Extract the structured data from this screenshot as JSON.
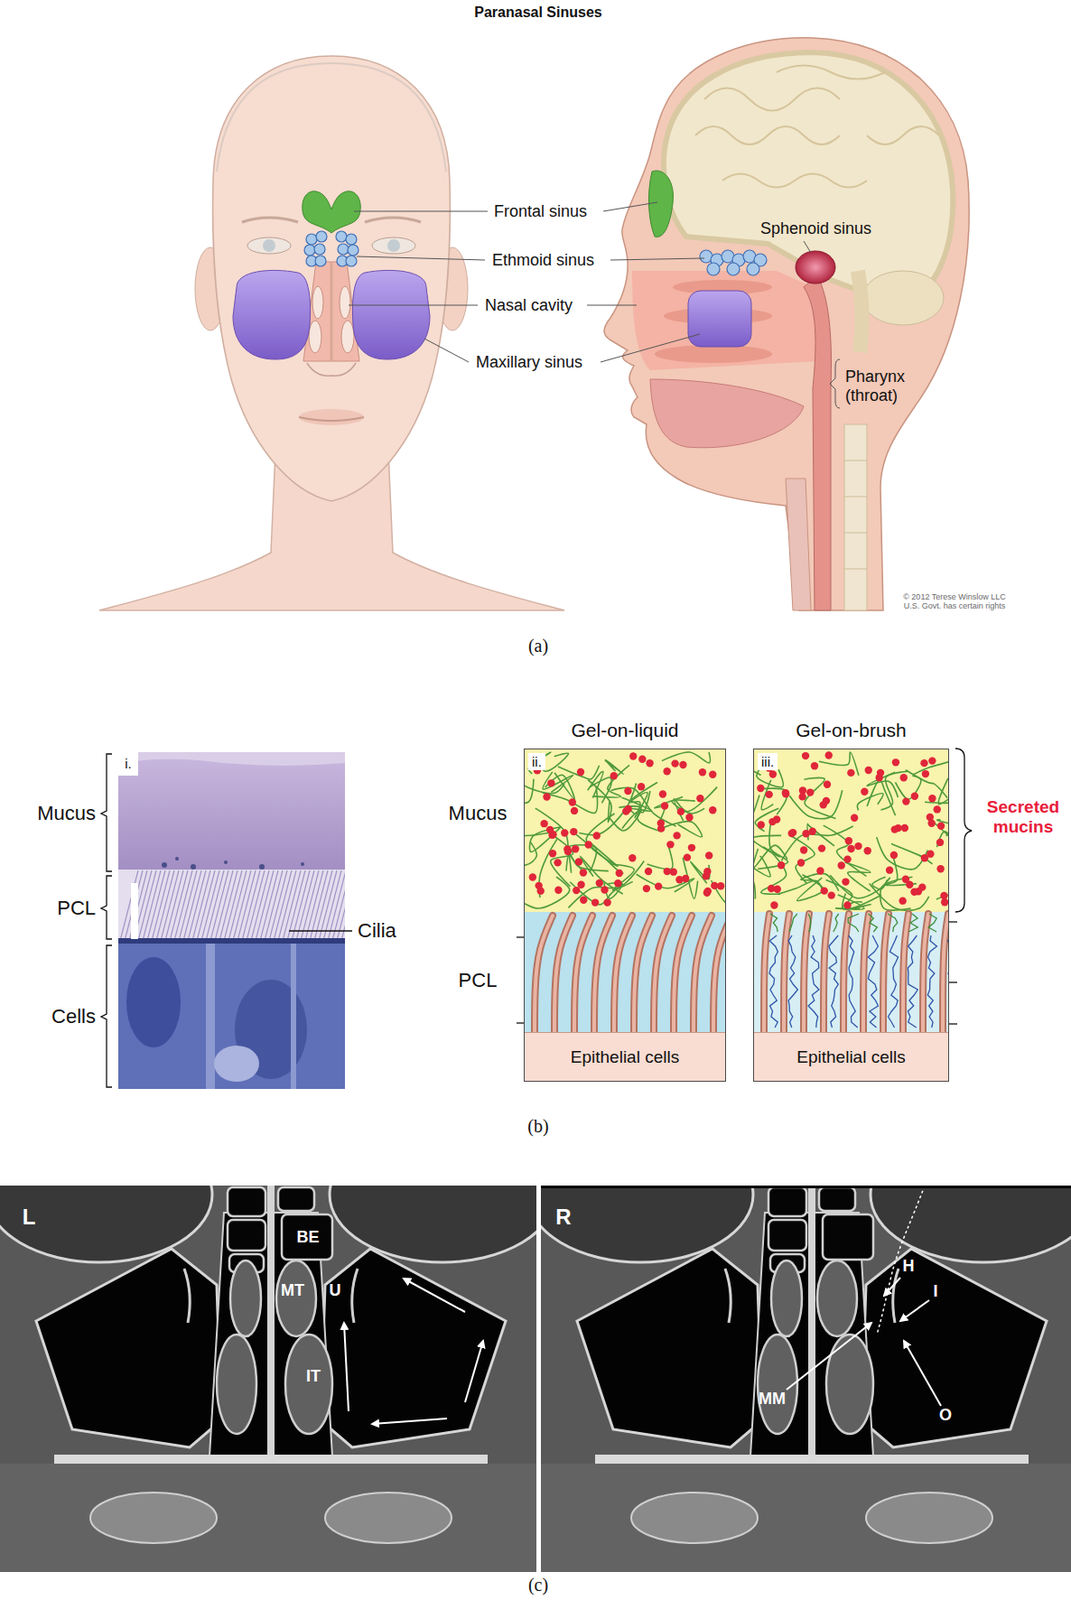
{
  "diagram": {
    "title": "Paranasal Sinuses",
    "nodes": [
      {
        "text": [
          "Gel-on-liquid",
          "ii."
        ]
      },
      {
        "text": [
          "Epithelial cells"
        ],
        "in": 0
      },
      {
        "text": [
          "Gel-on-brush",
          "iii."
        ]
      },
      {
        "text": [
          "Epithelial cells"
        ],
        "in": 2
      }
    ],
    "labels": [
      "Frontal sinus",
      "Ethmoid sinus",
      "Nasal cavity",
      "Maxillary sinus",
      "Sphenoid sinus",
      "Pharynx (throat)",
      "© 2012 Terese Winslow LLC U.S. Govt. has certain rights",
      "(a)",
      "Mucus",
      "PCL",
      "Cells",
      "i.",
      "Cilia",
      "Mucus",
      "PCL",
      "Secreted mucins",
      "(b)",
      "L",
      "BE",
      "MT",
      "U",
      "IT",
      "R",
      "H",
      "I",
      "MM",
      "O",
      "(c)"
    ]
  }
}
